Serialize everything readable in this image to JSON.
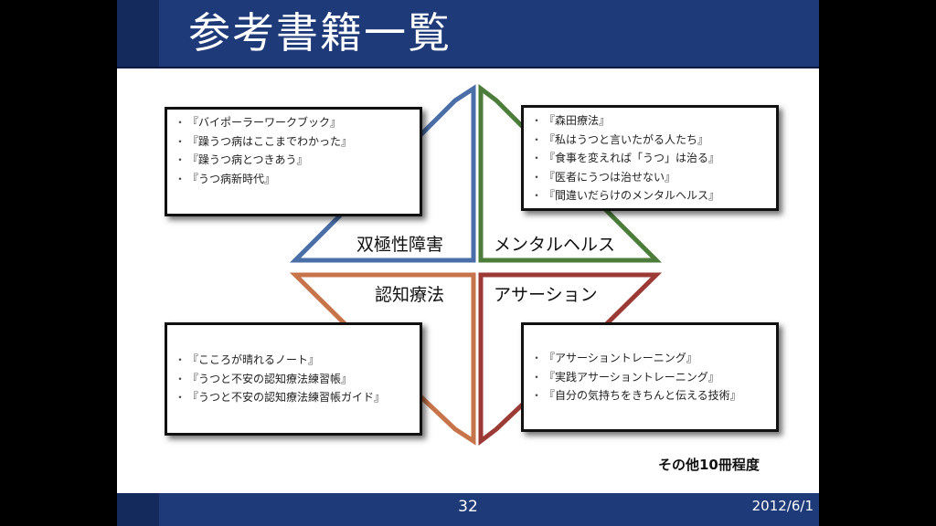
{
  "title": "参考書籍一覧",
  "footer": {
    "page_number": "32",
    "date": "2012/6/1"
  },
  "colors": {
    "title_bar": "#1e3a78",
    "bipolar": "#4a6ea8",
    "mental": "#4c7d3a",
    "cbt": "#c8744a",
    "assertion": "#9c3b35"
  },
  "quadrants": [
    {
      "label": "双極性障害",
      "books": [
        "『バイポーラーワークブック』",
        "『躁うつ病はここまでわかった』",
        "『躁うつ病とつきあう』",
        "『うつ病新時代』"
      ]
    },
    {
      "label": "メンタルヘルス",
      "books": [
        "『森田療法』",
        "『私はうつと言いたがる人たち』",
        "『食事を変えれば「うつ」は治る』",
        "『医者にうつは治せない』",
        "『間違いだらけのメンタルヘルス』"
      ]
    },
    {
      "label": "認知療法",
      "books": [
        "『こころが晴れるノート』",
        "『うつと不安の認知療法練習帳』",
        "『うつと不安の認知療法練習帳ガイド』"
      ]
    },
    {
      "label": "アサーション",
      "books": [
        "『アサーショントレーニング』",
        "『実践アサーショントレーニング』",
        "『自分の気持ちをきちんと伝える技術』"
      ]
    }
  ],
  "bullet": "・",
  "note": "その他10冊程度"
}
